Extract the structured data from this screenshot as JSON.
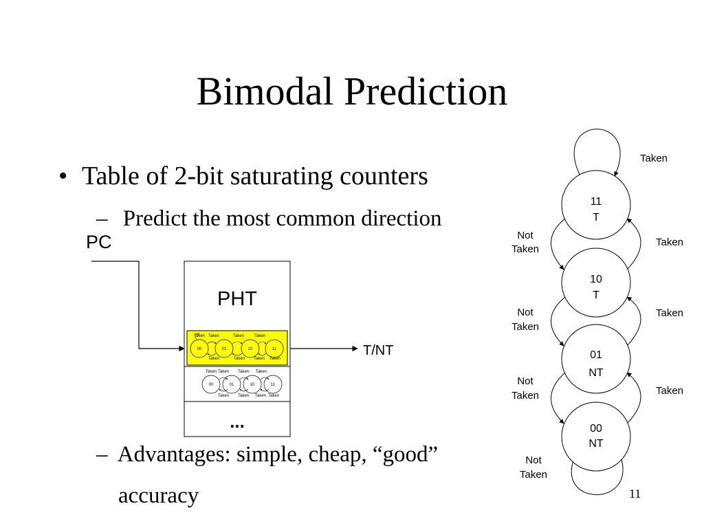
{
  "slide": {
    "title": "Bimodal Prediction",
    "page_number": "11",
    "bullets": {
      "b1": "Table of 2-bit saturating counters",
      "b1_marker": "•",
      "sub1": "Predict the most common direction",
      "sub1_marker": "–",
      "sub2_line1": "Advantages: simple, cheap, “good”",
      "sub2_line2": "accuracy",
      "sub2_marker": "–"
    }
  },
  "pht_diagram": {
    "pc_label": "PC",
    "pht_label": "PHT",
    "output_label": "T/NT",
    "ellipsis": "...",
    "highlight_color": "#ffff00",
    "mini_fsm": {
      "states": [
        "00",
        "01",
        "10",
        "11"
      ],
      "taken_label": "Taken",
      "not_taken_label": "Not\nTaken"
    }
  },
  "fsm_diagram": {
    "states": [
      {
        "code": "11",
        "prediction": "T"
      },
      {
        "code": "10",
        "prediction": "T"
      },
      {
        "code": "01",
        "prediction": "NT"
      },
      {
        "code": "00",
        "prediction": "NT"
      }
    ],
    "taken_label": "Taken",
    "not_taken_line1": "Not",
    "not_taken_line2": "Taken"
  }
}
